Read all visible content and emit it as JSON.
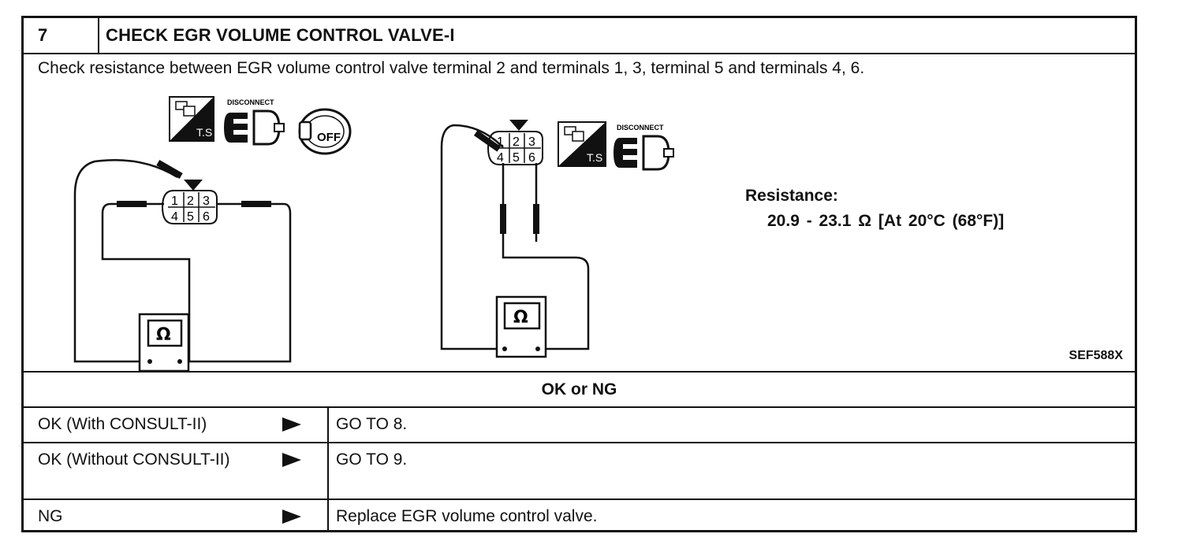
{
  "header": {
    "step_number": "7",
    "title": "CHECK EGR VOLUME CONTROL VALVE-I"
  },
  "instruction": "Check resistance between EGR volume control valve terminal 2 and terminals 1, 3, terminal 5 and terminals 4, 6.",
  "diagram": {
    "icon_labels": {
      "disconnect_left": "DISCONNECT",
      "disconnect_right": "DISCONNECT",
      "ts_left": "T.S",
      "ts_right": "T.S",
      "ignition_off": "OFF",
      "ohm_left": "Ω",
      "ohm_right": "Ω"
    },
    "connector_pins": {
      "left": [
        "1",
        "2",
        "3",
        "4",
        "5",
        "6"
      ],
      "right": [
        "1",
        "2",
        "3",
        "4",
        "5",
        "6"
      ]
    },
    "figure_id": "SEF588X"
  },
  "spec": {
    "label": "Resistance:",
    "value": "20.9 - 23.1 Ω [At 20°C (68°F)]"
  },
  "result_heading": "OK or NG",
  "results": [
    {
      "condition": "OK (With CONSULT-II)",
      "action": "GO TO 8."
    },
    {
      "condition": "OK (Without CONSULT-II)",
      "action": "GO TO 9."
    },
    {
      "condition": "NG",
      "action": "Replace EGR volume control valve."
    }
  ]
}
